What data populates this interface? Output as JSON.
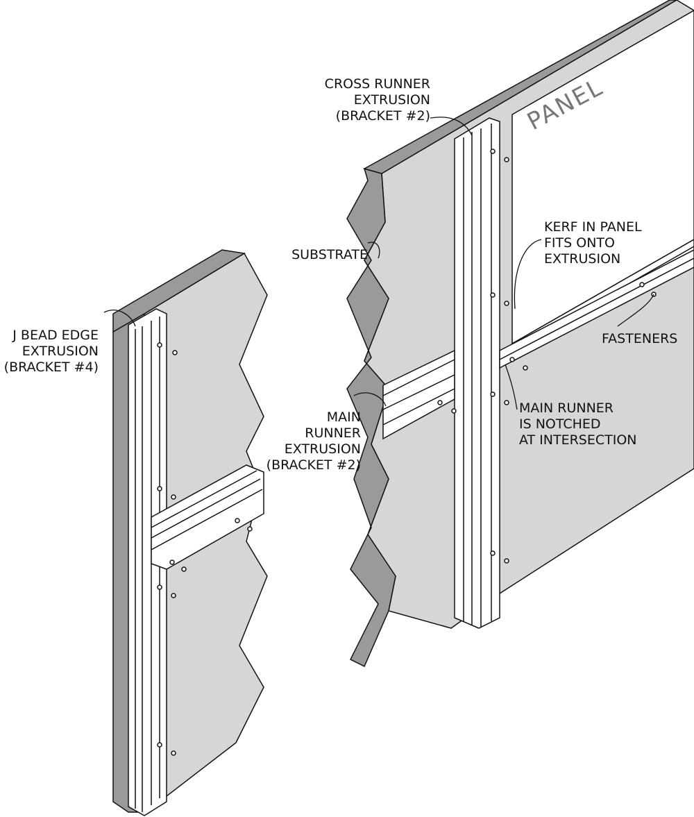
{
  "labels": {
    "cross_runner": [
      "CROSS RUNNER",
      "EXTRUSION",
      "(BRACKET #2)"
    ],
    "substrate": [
      "SUBSTRATE"
    ],
    "j_bead": [
      "J BEAD EDGE",
      "EXTRUSION",
      "(BRACKET #4)"
    ],
    "main_runner": [
      "MAIN",
      "RUNNER",
      "EXTRUSION",
      "(BRACKET #2)"
    ],
    "kerf": [
      "KERF IN PANEL",
      "FITS ONTO",
      "EXTRUSION"
    ],
    "fasteners": [
      "FASTENERS"
    ],
    "notched": [
      "MAIN RUNNER",
      "IS NOTCHED",
      "AT INTERSECTION"
    ],
    "panel": "PANEL"
  },
  "colors": {
    "substrate_face": "#d6d6d6",
    "substrate_edge": "#9a9a9a",
    "panel_face": "#ffffff",
    "line": "#111111"
  }
}
